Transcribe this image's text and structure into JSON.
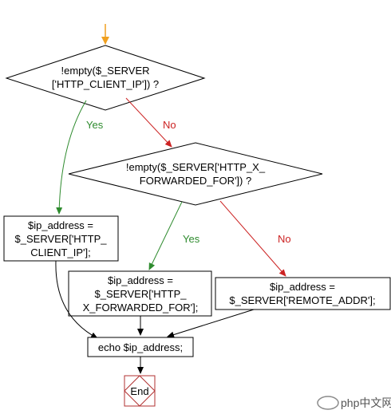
{
  "flowchart": {
    "decision1": {
      "line1": "!empty($_SERVER",
      "line2": "['HTTP_CLIENT_IP']) ?"
    },
    "decision2": {
      "line1": "!empty($_SERVER['HTTP_X_",
      "line2": "FORWARDED_FOR']) ?"
    },
    "box_client_ip": {
      "line1": "$ip_address =",
      "line2": "$_SERVER['HTTP_",
      "line3": "CLIENT_IP'];"
    },
    "box_forwarded": {
      "line1": "$ip_address =",
      "line2": "$_SERVER['HTTP_",
      "line3": "X_FORWARDED_FOR'];"
    },
    "box_remote": {
      "line1": "$ip_address =",
      "line2": "$_SERVER['REMOTE_ADDR'];"
    },
    "echo_box": "echo $ip_address;",
    "end_label": "End",
    "labels": {
      "yes1": "Yes",
      "no1": "No",
      "yes2": "Yes",
      "no2": "No"
    }
  },
  "watermark": {
    "text": "php中文网"
  },
  "colors": {
    "yes": "#2e8b2e",
    "no": "#cc2222",
    "start_arrow": "#f0a020",
    "end_border": "#b03030"
  }
}
